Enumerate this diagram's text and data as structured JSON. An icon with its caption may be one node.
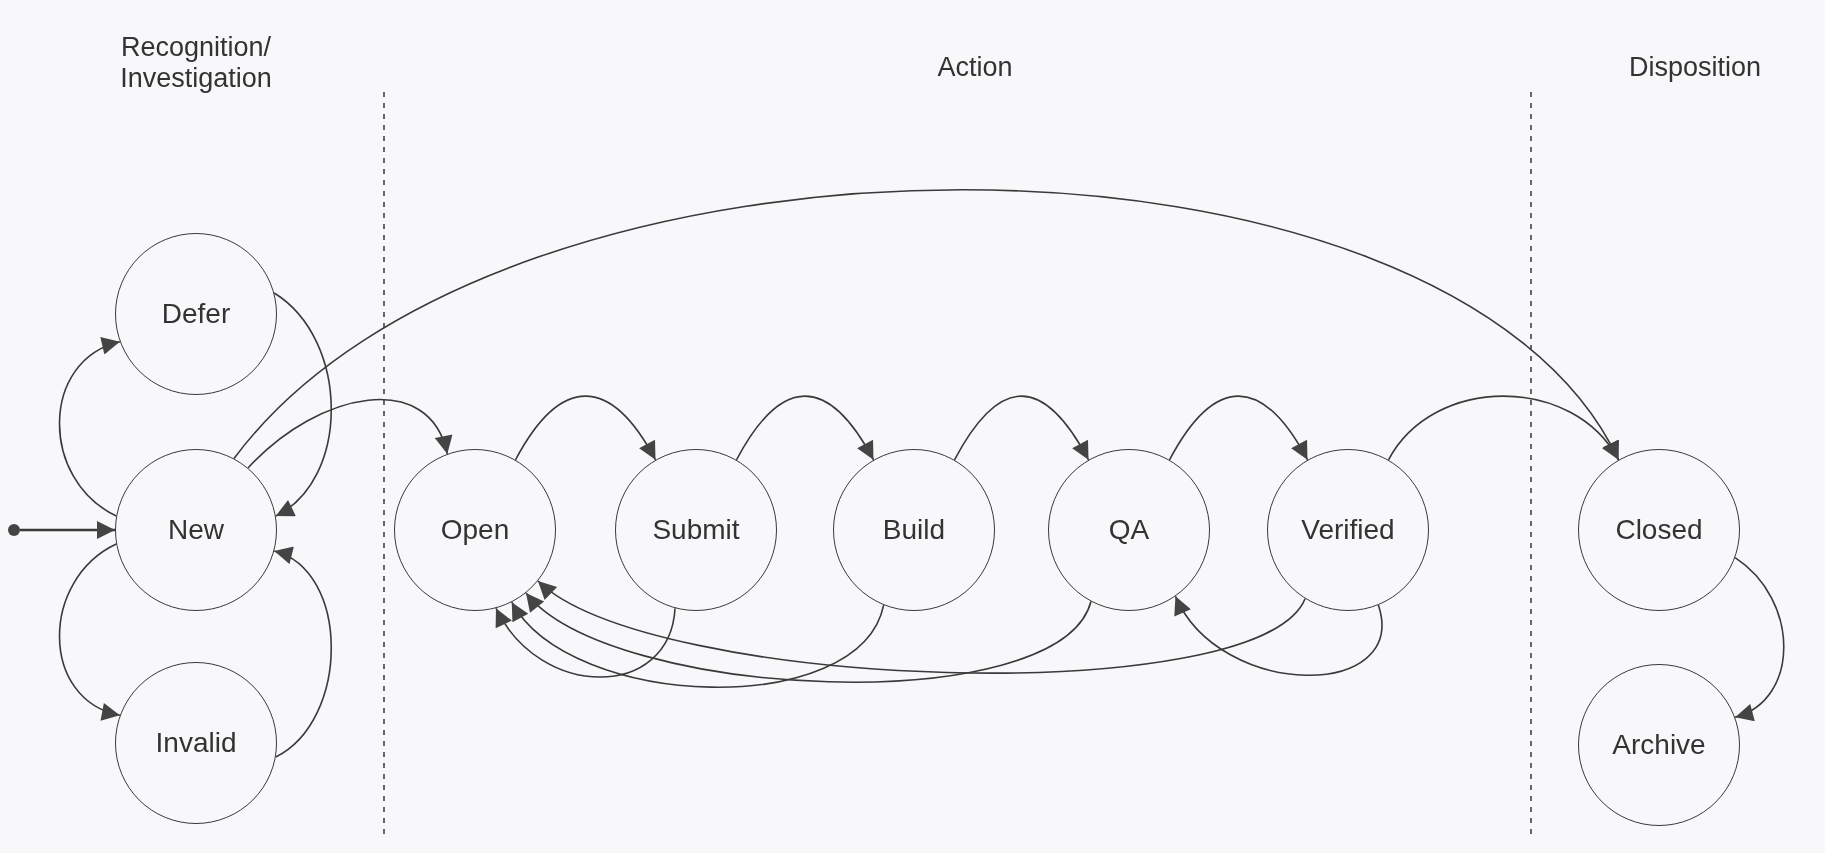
{
  "diagram": {
    "nodes": [
      {
        "text": [],
        "shape": "circle"
      },
      {
        "text": [
          "Defer"
        ]
      },
      {
        "text": [
          "New"
        ]
      },
      {
        "text": [
          "Invalid"
        ]
      },
      {
        "text": [
          "Open"
        ]
      },
      {
        "text": [
          "Submit"
        ]
      },
      {
        "text": [
          "Build"
        ]
      },
      {
        "text": [
          "QA"
        ]
      },
      {
        "text": [
          "Verified"
        ]
      },
      {
        "text": [
          "Closed"
        ]
      },
      {
        "text": [
          "Archive"
        ]
      }
    ],
    "edges": [
      {
        "from": 0,
        "to": 2,
        "arrow": "to"
      },
      {
        "from": 2,
        "to": 1,
        "arrow": "to"
      },
      {
        "from": 1,
        "to": 2,
        "arrow": "to"
      },
      {
        "from": 2,
        "to": 3,
        "arrow": "to"
      },
      {
        "from": 3,
        "to": 2,
        "arrow": "to"
      },
      {
        "from": 2,
        "to": 4,
        "arrow": "to"
      },
      {
        "from": 2,
        "to": 9,
        "arrow": "to"
      },
      {
        "from": 4,
        "to": 5,
        "arrow": "to"
      },
      {
        "from": 5,
        "to": 6,
        "arrow": "to"
      },
      {
        "from": 6,
        "to": 7,
        "arrow": "to"
      },
      {
        "from": 7,
        "to": 8,
        "arrow": "to"
      },
      {
        "from": 8,
        "to": 9,
        "arrow": "to"
      },
      {
        "from": 5,
        "to": 4,
        "arrow": "to"
      },
      {
        "from": 6,
        "to": 4,
        "arrow": "to"
      },
      {
        "from": 7,
        "to": 4,
        "arrow": "to"
      },
      {
        "from": 8,
        "to": 4,
        "arrow": "to"
      },
      {
        "from": 8,
        "to": 7,
        "arrow": "to"
      },
      {
        "from": 9,
        "to": 10,
        "arrow": "to"
      }
    ],
    "labels": [
      "Recognition/ Investigation",
      "Action",
      "Disposition"
    ]
  }
}
